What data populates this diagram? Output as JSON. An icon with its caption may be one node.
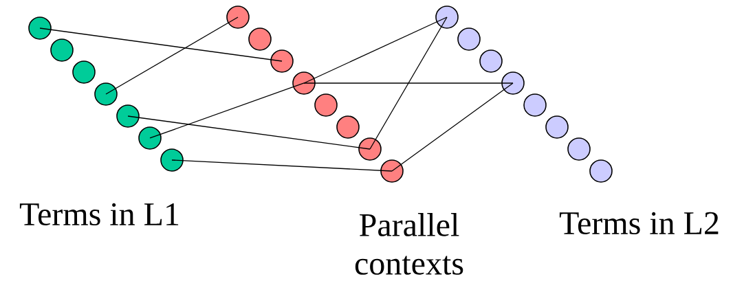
{
  "diagram": {
    "nodes": [
      {
        "text": [],
        "shape": "circle"
      },
      {
        "text": [],
        "shape": "circle"
      },
      {
        "text": [],
        "shape": "circle"
      },
      {
        "text": [],
        "shape": "circle"
      },
      {
        "text": [],
        "shape": "circle"
      },
      {
        "text": [],
        "shape": "circle"
      },
      {
        "text": [],
        "shape": "circle"
      },
      {
        "text": [],
        "shape": "circle"
      },
      {
        "text": [],
        "shape": "circle"
      },
      {
        "text": [],
        "shape": "circle"
      },
      {
        "text": [],
        "shape": "circle"
      },
      {
        "text": [],
        "shape": "circle"
      },
      {
        "text": [],
        "shape": "circle"
      },
      {
        "text": [],
        "shape": "circle"
      },
      {
        "text": [],
        "shape": "circle"
      },
      {
        "text": [],
        "shape": "circle"
      },
      {
        "text": [],
        "shape": "circle"
      },
      {
        "text": [],
        "shape": "circle"
      },
      {
        "text": [],
        "shape": "circle"
      },
      {
        "text": [],
        "shape": "circle"
      },
      {
        "text": [],
        "shape": "circle"
      },
      {
        "text": [],
        "shape": "circle"
      },
      {
        "text": [],
        "shape": "circle"
      }
    ],
    "edges": [
      {
        "from": 0,
        "to": 9,
        "arrow": "none"
      },
      {
        "from": 3,
        "to": 7,
        "arrow": "none"
      },
      {
        "from": 4,
        "to": 13,
        "arrow": "none"
      },
      {
        "from": 5,
        "to": 10,
        "arrow": "none"
      },
      {
        "from": 10,
        "to": 15,
        "arrow": "none"
      },
      {
        "from": 10,
        "to": 18,
        "arrow": "none"
      },
      {
        "from": 13,
        "to": 15,
        "arrow": "none"
      },
      {
        "from": 14,
        "to": 18,
        "arrow": "none"
      },
      {
        "from": 6,
        "to": 14,
        "arrow": "none"
      }
    ],
    "labels": [
      "Terms in L1",
      "Parallel contexts",
      "Terms in L2"
    ]
  }
}
